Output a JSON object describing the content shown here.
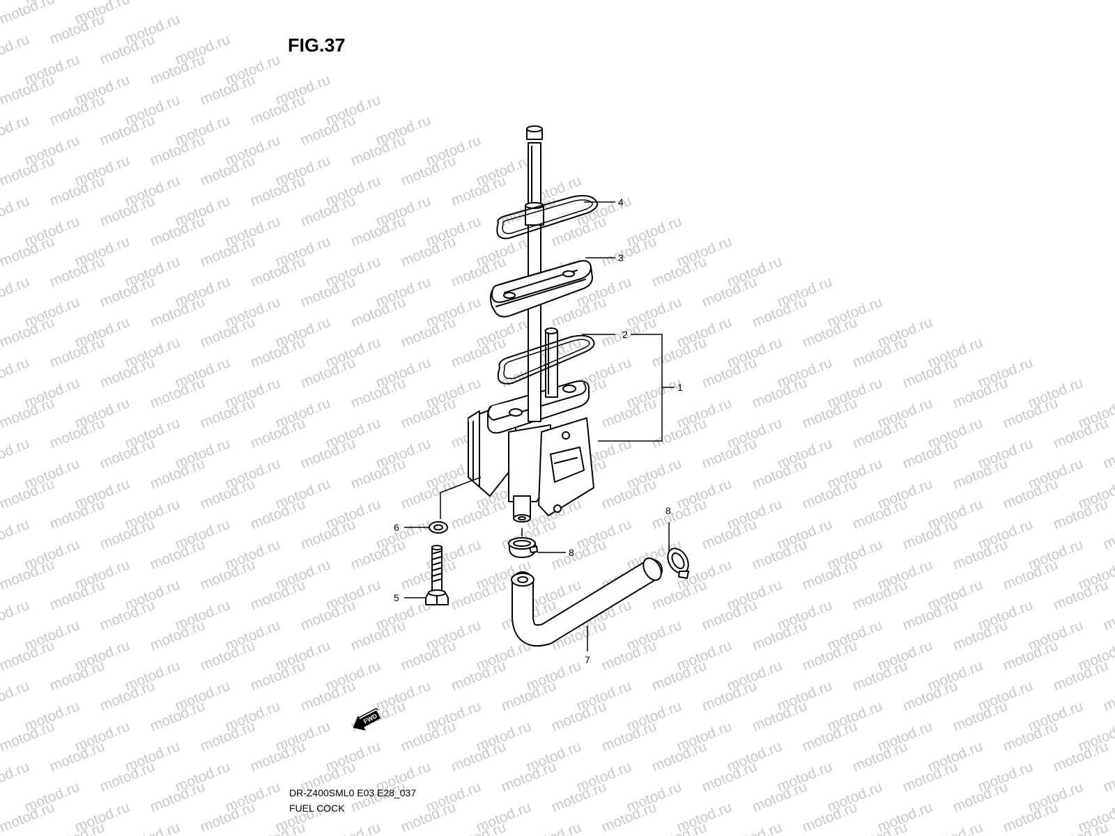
{
  "figure": {
    "title": "FIG.37",
    "model_code": "DR-Z400SML0 E03 E28_037",
    "caption": "FUEL COCK"
  },
  "watermark": {
    "text": "motod.ru"
  },
  "callouts": [
    {
      "id": "4",
      "label": "4"
    },
    {
      "id": "3",
      "label": "3"
    },
    {
      "id": "2",
      "label": "2"
    },
    {
      "id": "1",
      "label": "1"
    },
    {
      "id": "6",
      "label": "6"
    },
    {
      "id": "8a",
      "label": "8"
    },
    {
      "id": "8b",
      "label": "8"
    },
    {
      "id": "5",
      "label": "5"
    },
    {
      "id": "7",
      "label": "7"
    }
  ],
  "direction_arrow": {
    "label": "FWD"
  },
  "colors": {
    "line": "#000000",
    "watermark": "#c9c9c9"
  }
}
